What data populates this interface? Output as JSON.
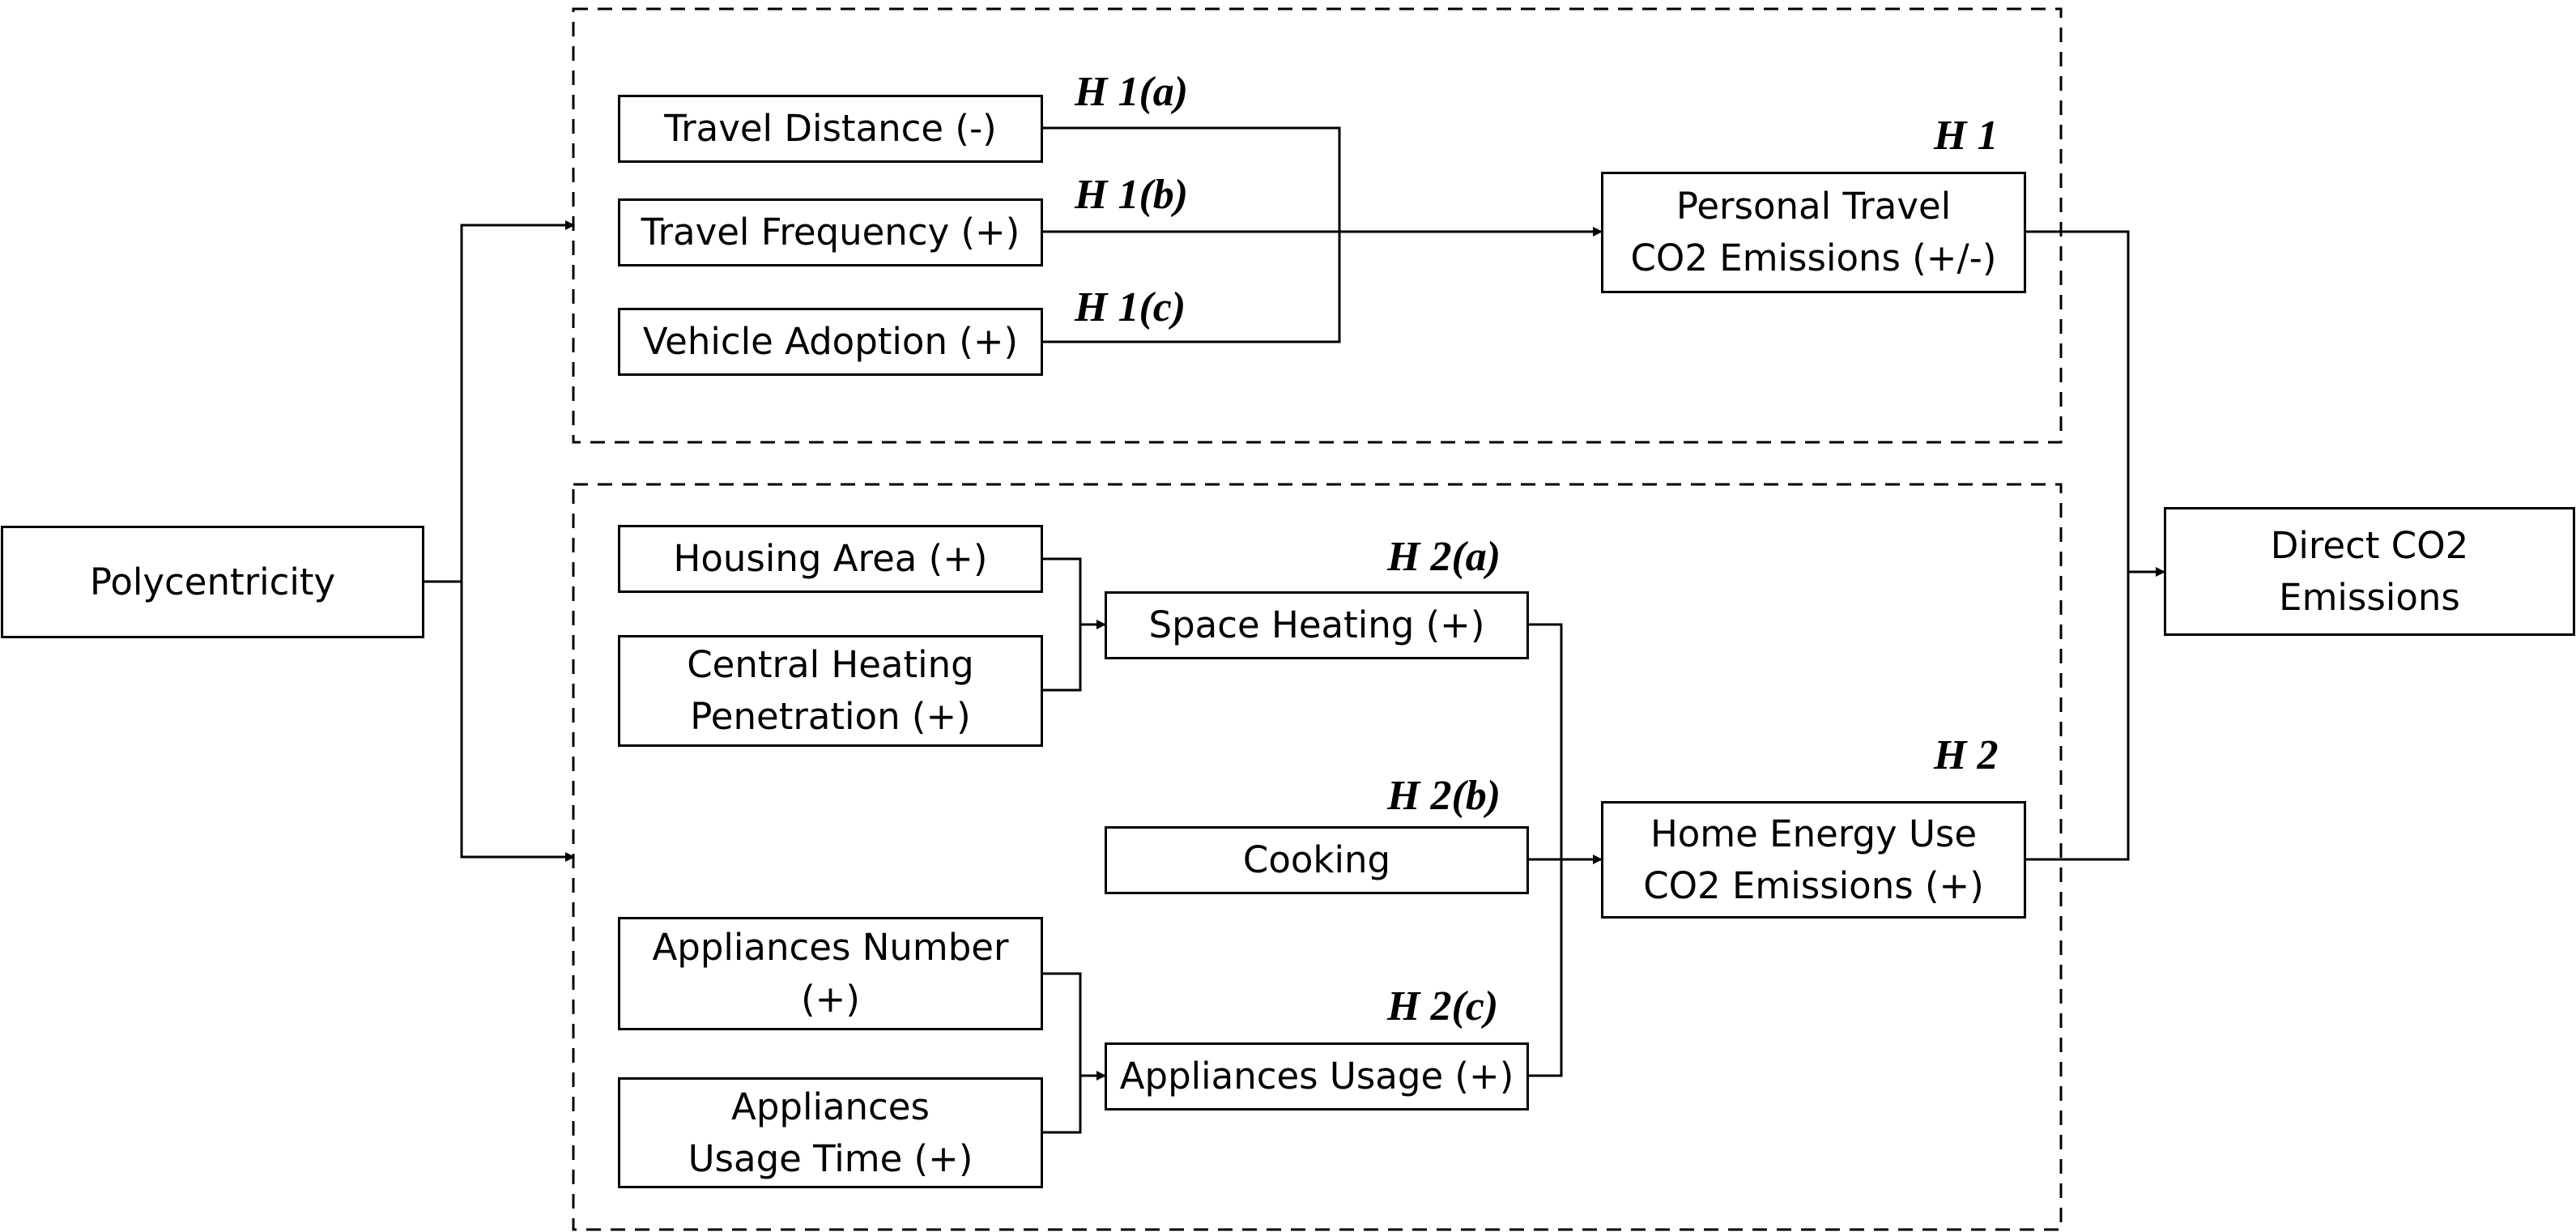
{
  "diagram": {
    "nodes": {
      "polycentricity": "Polycentricity",
      "travel_distance": "Travel Distance (-)",
      "travel_frequency": "Travel Frequency (+)",
      "vehicle_adoption": "Vehicle Adoption (+)",
      "personal_travel_line1": "Personal Travel",
      "personal_travel_line2": "CO2 Emissions (+/-)",
      "direct_co2_line1": "Direct CO2",
      "direct_co2_line2": "Emissions",
      "housing_area": "Housing Area (+)",
      "central_heating_line1": "Central Heating",
      "central_heating_line2": "Penetration (+)",
      "space_heating": "Space Heating (+)",
      "cooking": "Cooking",
      "home_energy_line1": "Home Energy Use",
      "home_energy_line2": "CO2 Emissions (+)",
      "appliances_number_line1": "Appliances Number",
      "appliances_number_line2": "(+)",
      "appliances_usage_time_line1": "Appliances",
      "appliances_usage_time_line2": "Usage Time (+)",
      "appliances_usage": "Appliances Usage (+)"
    },
    "hypotheses": {
      "h1a": "H 1(a)",
      "h1b": "H 1(b)",
      "h1c": "H 1(c)",
      "h1": "H 1",
      "h2a": "H 2(a)",
      "h2b": "H 2(b)",
      "h2c": "H 2(c)",
      "h2": "H 2"
    }
  }
}
